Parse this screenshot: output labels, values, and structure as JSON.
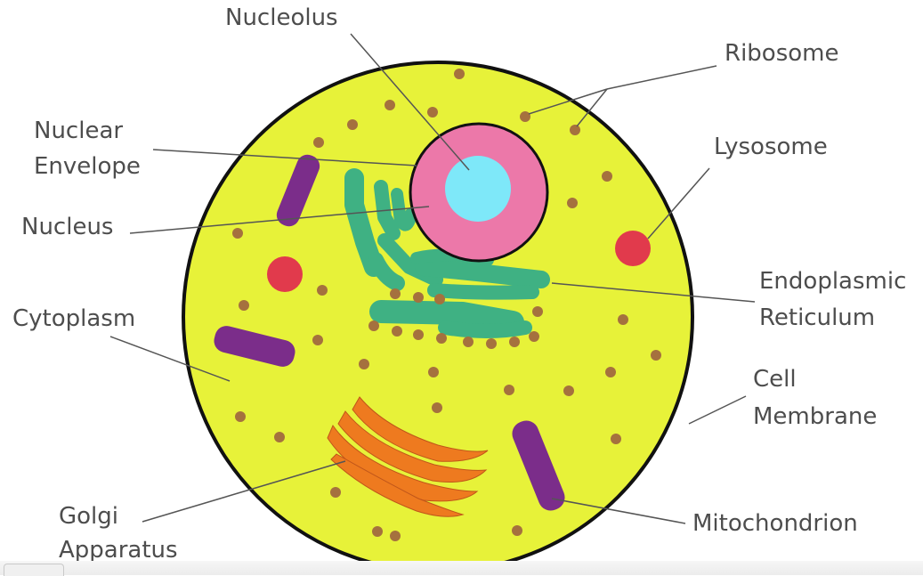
{
  "labels": {
    "nucleolus": "Nucleolus",
    "ribosome": "Ribosome",
    "nuclear_envelope": [
      "Nuclear",
      "Envelope"
    ],
    "lysosome": "Lysosome",
    "nucleus": "Nucleus",
    "endoplasmic_reticulum": [
      "Endoplasmic",
      "Reticulum"
    ],
    "cytoplasm": "Cytoplasm",
    "cell_membrane": [
      "Cell",
      "Membrane"
    ],
    "golgi_apparatus": [
      "Golgi",
      "Apparatus"
    ],
    "mitochondrion": "Mitochondrion"
  },
  "colors": {
    "cytoplasm": "#e7f239",
    "membrane": "#111111",
    "nucleus": "#ec78a9",
    "nucleolus": "#7ee8f9",
    "endoplasmic_reticulum": "#3fb183",
    "ribosome": "#a5713e",
    "lysosome": "#e13a4c",
    "mitochondrion": "#7b2d8a",
    "golgi": "#ee7a1f",
    "leader_line": "#555555"
  }
}
